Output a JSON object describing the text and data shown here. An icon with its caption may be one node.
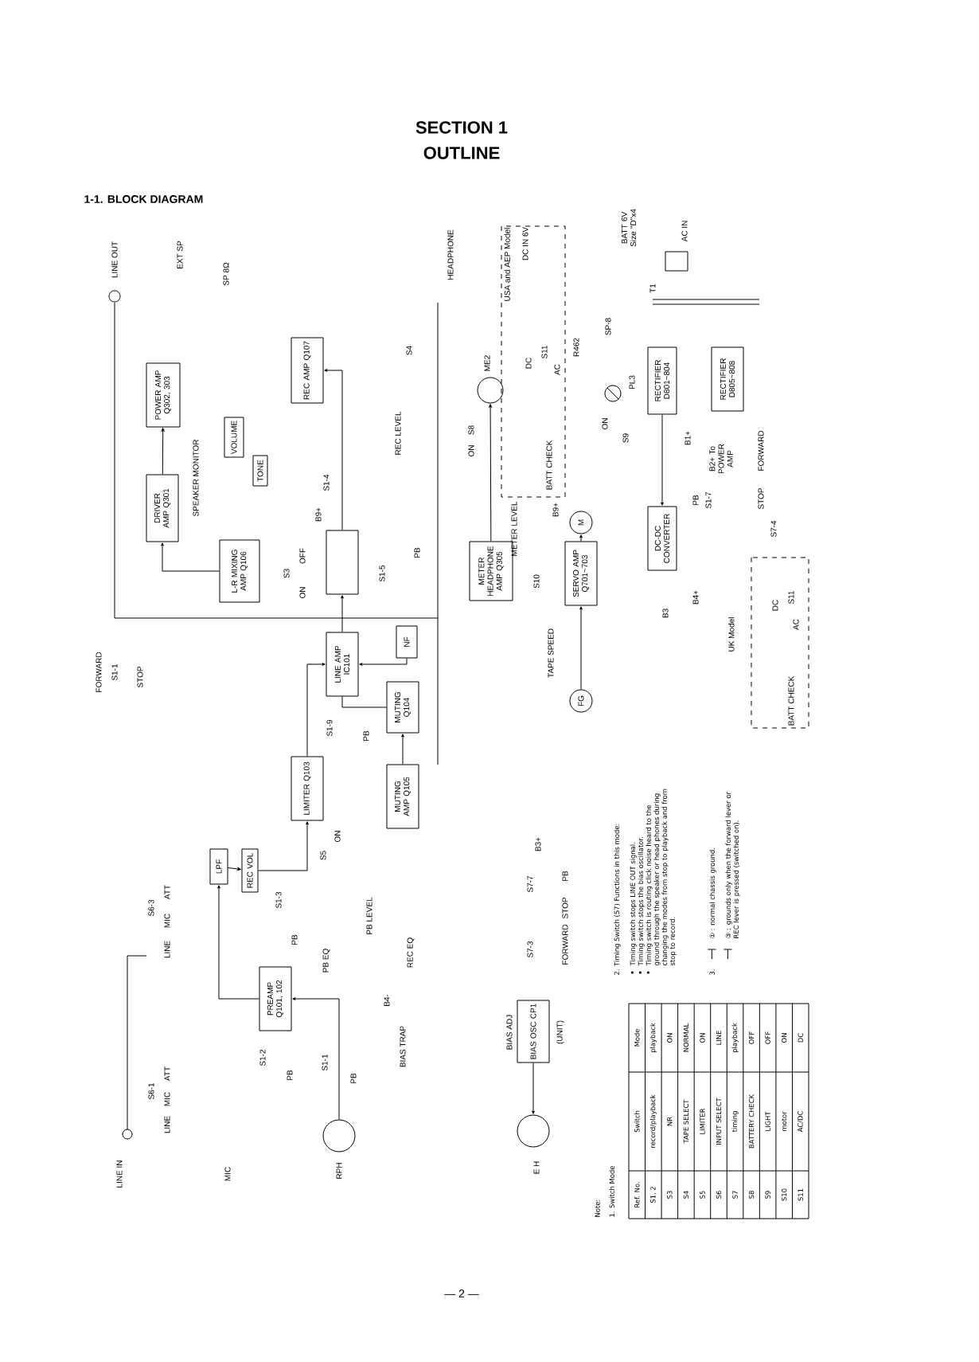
{
  "diagram": {
    "title": "SECTION 1",
    "nodes": [
      {
        "text": [
          "POWER AMP Q302, 303"
        ]
      },
      {
        "text": [
          "DRIVER AMP Q301"
        ]
      },
      {
        "text": [
          "VOLUME"
        ]
      },
      {
        "text": [
          "TONE"
        ]
      },
      {
        "text": [
          "L-R MIXING AMP Q106"
        ]
      },
      {
        "text": [
          "REC AMP Q107"
        ]
      },
      {
        "text": [],
        "shape": "box"
      },
      {
        "text": [
          "NF"
        ]
      },
      {
        "text": [
          "LINE AMP IC101"
        ]
      },
      {
        "text": [
          "MUTING Q104"
        ]
      },
      {
        "text": [
          "USA and AEP Model"
        ]
      },
      {
        "text": [
          "METER HEADPHONE AMP Q305"
        ]
      },
      {
        "text": [
          "SERVO AMP Q701~703"
        ]
      },
      {
        "text": [
          "M"
        ]
      },
      {
        "text": [
          "FG"
        ]
      },
      {
        "text": [],
        "shape": "circle",
        "beside": [
          "ME2"
        ]
      },
      {
        "text": [
          "RECTIFIER D801~804"
        ]
      },
      {
        "text": [
          "RECTIFIER D805~808"
        ]
      },
      {
        "text": [
          "DC-DC CONVERTER"
        ]
      },
      {
        "text": [
          "UK Model"
        ]
      },
      {
        "text": [
          "LIMITER Q103"
        ]
      },
      {
        "text": [
          "MUTING AMP Q105"
        ]
      },
      {
        "text": [
          "LPF"
        ]
      },
      {
        "text": [
          "REC VOL"
        ]
      },
      {
        "text": [
          "PREAMP Q101, 102"
        ]
      },
      {
        "text": [
          "BIAS OSC CP1"
        ],
        "beside": [
          "(UNIT)"
        ]
      },
      {
        "text": [],
        "shape": "circle",
        "beside": [
          "RPH"
        ]
      },
      {
        "text": [],
        "shape": "circle",
        "beside": [
          "E H"
        ]
      }
    ],
    "edges": [
      {
        "from": 1,
        "to": 0,
        "arrow": "to"
      },
      {
        "from": 4,
        "to": 1,
        "arrow": "to"
      },
      {
        "from": 8,
        "to": 6,
        "arrow": "to"
      },
      {
        "from": 7,
        "to": 8,
        "arrow": "to"
      },
      {
        "from": 9,
        "to": 8,
        "arrow": "none"
      },
      {
        "from": 21,
        "to": 9,
        "arrow": "to"
      },
      {
        "from": 20,
        "to": 8,
        "arrow": "to"
      },
      {
        "from": 22,
        "to": 23,
        "arrow": "to"
      },
      {
        "from": 23,
        "to": 20,
        "arrow": "to"
      },
      {
        "from": 24,
        "to": 22,
        "arrow": "to"
      },
      {
        "from": 26,
        "to": 24,
        "arrow": "to"
      },
      {
        "from": 25,
        "to": 27,
        "arrow": "to"
      },
      {
        "from": 11,
        "to": 15,
        "arrow": "to"
      },
      {
        "from": 12,
        "to": 13,
        "arrow": "to"
      },
      {
        "from": 14,
        "to": 12,
        "arrow": "to"
      },
      {
        "from": 16,
        "to": 18,
        "arrow": "to"
      },
      {
        "from": 6,
        "to": 5,
        "arrow": "to"
      }
    ],
    "labels": [
      "OUTLINE",
      "1-1. BLOCK DIAGRAM",
      "LINE OUT",
      "EXT SP",
      "SP 8Ω",
      "SPEAKER MONITOR",
      "S4",
      "REC LEVEL",
      "S1-4",
      "B9+",
      "S3",
      "ON",
      "OFF",
      "S1-5",
      "PB",
      "FORWARD",
      "S1-1",
      "STOP",
      "HEADPHONE",
      "DC IN 6V",
      "BATT 6V Size \"D\"x4",
      "AC IN",
      "T1",
      "SP-8",
      "DC",
      "S11",
      "AC",
      "R462",
      "PL3",
      "S9",
      "ON",
      "S8",
      "ON",
      "BATT CHECK",
      "METER LEVEL",
      "B9+",
      "S10",
      "TAPE SPEED",
      "B1+",
      "B2+ To POWER AMP",
      "S1-7",
      "PB",
      "FORWARD",
      "STOP",
      "S7-4",
      "B4+",
      "B3",
      "DC",
      "S11",
      "AC",
      "BATT CHECK",
      "S1-9",
      "PB",
      "S5",
      "ON",
      "S6-3",
      "LINE",
      "MIC",
      "ATT",
      "S1-3",
      "PB",
      "PB LEVEL",
      "PB EQ",
      "B4-",
      "REC EQ",
      "BIAS TRAP",
      "S1-2",
      "PB",
      "S1-1",
      "PB",
      "S6-1",
      "LINE",
      "MIC",
      "ATT",
      "LINE IN",
      "MIC",
      "BIAS ADJ",
      "S7-3",
      "FORWARD",
      "STOP",
      "S7-7",
      "PB",
      "B3+",
      "Note:",
      "1. Switch Mode",
      "Ref. No.",
      "Switch",
      "Mode",
      "S1, 2",
      "record/playback",
      "playback",
      "S3",
      "NR",
      "ON",
      "S4",
      "TAPE SELECT",
      "NORMAL",
      "S5",
      "LIMITER",
      "ON",
      "S6",
      "INPUT SELECT",
      "LINE",
      "S7",
      "timing",
      "playback",
      "S8",
      "BATTERY CHECK",
      "OFF",
      "S9",
      "LIGHT",
      "OFF",
      "S10",
      "motor",
      "ON",
      "S11",
      "AC/DC",
      "DC",
      "2. Timing Switch (S7) Functions in this mode:",
      "Timing switch stops LINE OUT signal.",
      "Timing switch stops the bias oscillator.",
      "Timing switch is routing click noise heard to the ground through the speaker or head phones during changing the modes from stop to playback and from stop to record.",
      "3.",
      "① : normal chassis ground.",
      "③ : grounds only when the forward lever or REC lever is pressed (switched on).",
      "— 2 —"
    ]
  }
}
